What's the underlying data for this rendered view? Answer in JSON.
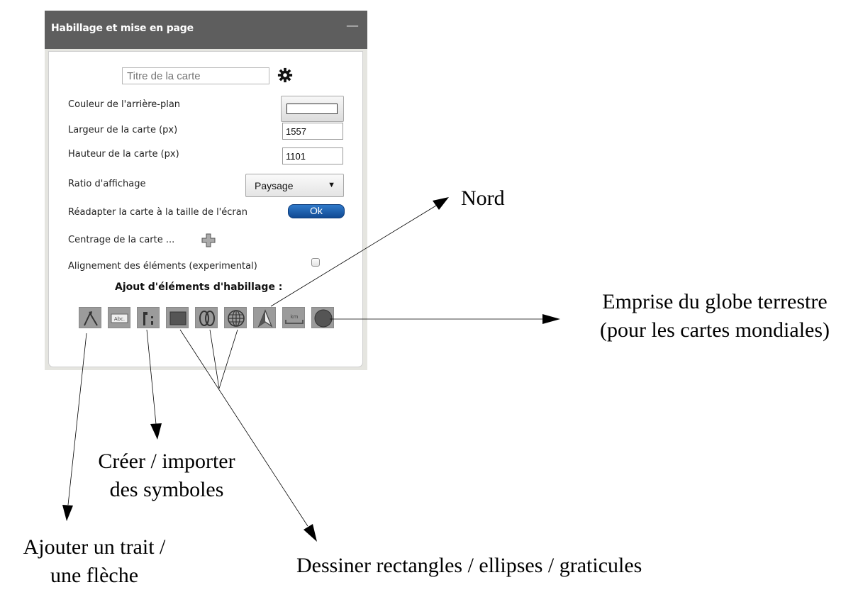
{
  "panel": {
    "title": "Habillage et mise en page",
    "minimize_symbol": "—",
    "map_title_placeholder": "Titre de la carte",
    "settings_icon": "gear-icon",
    "background_color_label": "Couleur de l'arrière-plan",
    "background_color": "#ffffff",
    "width_label": "Largeur de la carte (px)",
    "width_value": "1557",
    "height_label": "Hauteur de la carte (px)",
    "height_value": "1101",
    "ratio_label": "Ratio d'affichage",
    "ratio_value": "Paysage",
    "ratio_arrow": "▼",
    "resize_label": "Réadapter la carte à la taille de l'écran",
    "resize_button": "Ok",
    "center_label": "Centrage de la carte ...",
    "align_label": "Alignement des éléments (experimental)",
    "add_section_title": "Ajout d'éléments d'habillage :",
    "tools": [
      {
        "name": "line-tool",
        "icon": "arrow-line-icon"
      },
      {
        "name": "text-tool",
        "icon": "text-abc-icon",
        "text": "Abc."
      },
      {
        "name": "symbol-tool",
        "icon": "symbol-icon"
      },
      {
        "name": "rectangle-tool",
        "icon": "rectangle-icon"
      },
      {
        "name": "ellipse-tool",
        "icon": "ellipse-icon"
      },
      {
        "name": "graticule-tool",
        "icon": "graticule-icon"
      },
      {
        "name": "north-arrow-tool",
        "icon": "north-arrow-icon"
      },
      {
        "name": "scale-bar-tool",
        "icon": "scale-bar-icon",
        "text": "km"
      },
      {
        "name": "globe-extent-tool",
        "icon": "sphere-icon"
      }
    ]
  },
  "annotations": {
    "north": "Nord",
    "globe_line1": "Emprise du globe terrestre",
    "globe_line2": "(pour les cartes mondiales)",
    "symbols_line1": "Créer / importer",
    "symbols_line2": "des symboles",
    "line_line1": "Ajouter un trait /",
    "line_line2": "une flèche",
    "shapes": "Dessiner rectangles / ellipses / graticules"
  }
}
